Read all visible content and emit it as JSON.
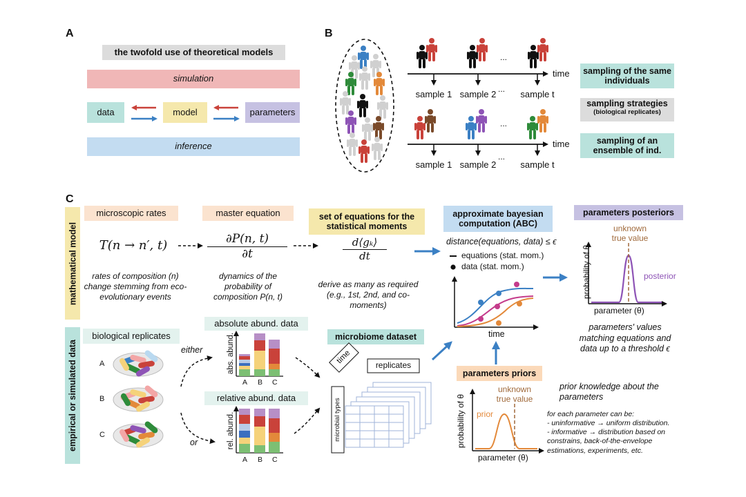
{
  "panelA": {
    "letter": "A",
    "title": "the twofold use of theoretical models",
    "simulation": "simulation",
    "inference": "inference",
    "data": "data",
    "model": "model",
    "parameters": "parameters"
  },
  "panelB": {
    "letter": "B",
    "time": "time",
    "ellipsis": "...",
    "samples": [
      "sample 1",
      "sample 2",
      "sample t"
    ],
    "same_individuals": "sampling of the same individuals",
    "strategies_title": "sampling strategies",
    "strategies_sub": "(biological replicates)",
    "ensemble": "sampling of an ensemble of ind."
  },
  "panelC": {
    "letter": "C",
    "side_model": "mathematical model",
    "side_data": "empirical or simulated data",
    "micro_rates": "microscopic rates",
    "master_eq": "master equation",
    "moments_title": "set of equations for the statistical moments",
    "abc_title": "approximate bayesian computation (ABC)",
    "posteriors_title": "parameters posteriors",
    "rates_formula": "T(n → n′, t)",
    "master_num": "∂P(n, t)",
    "master_den": "∂t",
    "moment_num": "d⟨gₖ⟩",
    "moment_den": "dt",
    "rates_caption": "rates of composition (n) change stemming from eco-evolutionary events",
    "master_caption": "dynamics of the probability of composition P(n, t)",
    "moments_caption": "derive as many as required (e.g., 1st, 2nd, and co-moments)",
    "abc_condition": "distance(equations, data) ≤ ϵ",
    "legend_eq": "equations (stat. mom.)",
    "legend_data": "data (stat. mom.)",
    "time": "time",
    "post_ylabel": "probability of θ",
    "post_xlabel": "parameter (θ)",
    "post_true": "unknown true value",
    "post_label": "posterior",
    "post_caption": "parameters' values matching equations and data up to a threshold ϵ",
    "bio_replicates": "biological replicates",
    "rep_letters": [
      "A",
      "B",
      "C"
    ],
    "either": "either",
    "or": "or",
    "abs_title": "absolute abund. data",
    "abs_ylabel": "abs. abund.",
    "rel_title": "relative abund. data",
    "rel_ylabel": "rel. abund.",
    "bar_letters": [
      "A",
      "B",
      "C"
    ],
    "dataset_title": "microbiome dataset",
    "ds_time": "time",
    "ds_replicates": "replicates",
    "ds_types": "microbial types",
    "priors_title": "parameters priors",
    "prior_ylabel": "probability of θ",
    "prior_xlabel": "parameter (θ)",
    "prior_true": "unknown true value",
    "prior_label": "prior",
    "prior_knowledge": "prior knowledge about the parameters",
    "prior_note_1": "for each parameter can be:",
    "prior_note_2": "- uninformative → uniform distribution.",
    "prior_note_3": "- informative → distribution based on constrains, back-of-the-envelope estimations, experiments, etc."
  },
  "colors": {
    "pink": "#f0b7b7",
    "blue": "#c3dcf1",
    "teal": "#b9e2dc",
    "yellow": "#f5e8ac",
    "lavender": "#c6c1e2",
    "peach": "#fbe3cf",
    "grey": "#dcdcdc",
    "arrow_blue": "#3b80c4",
    "arrow_red": "#c9423a",
    "orange": "#e3893a",
    "purple": "#8e54b6",
    "magenta": "#c43b8b",
    "brown": "#a0693a"
  }
}
